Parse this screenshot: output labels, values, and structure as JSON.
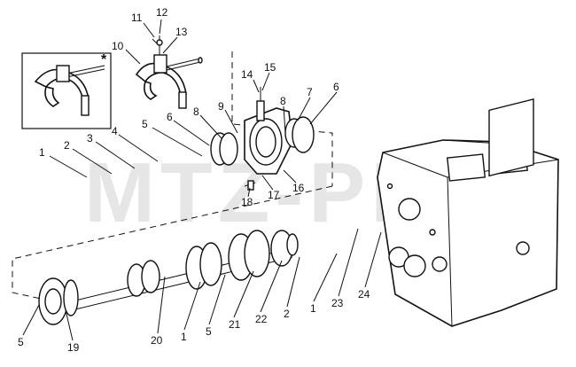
{
  "watermark": "MTZ-PRO",
  "inset": {
    "star": "*"
  },
  "callouts": {
    "c1a": "1",
    "c2a": "2",
    "c3": "3",
    "c4": "4",
    "c5a": "5",
    "c6a": "6",
    "c7": "7",
    "c8a": "8",
    "c8b": "8",
    "c9": "9",
    "c10": "10",
    "c11": "11",
    "c12": "12",
    "c13": "13",
    "c14": "14",
    "c15": "15",
    "c6b": "6",
    "c16": "16",
    "c17": "17",
    "c18": "18",
    "c5b": "5",
    "c19": "19",
    "c20": "20",
    "c1b": "1",
    "c5c": "5",
    "c21": "21",
    "c22": "22",
    "c2b": "2",
    "c1c": "1",
    "c23": "23",
    "c24": "24"
  }
}
